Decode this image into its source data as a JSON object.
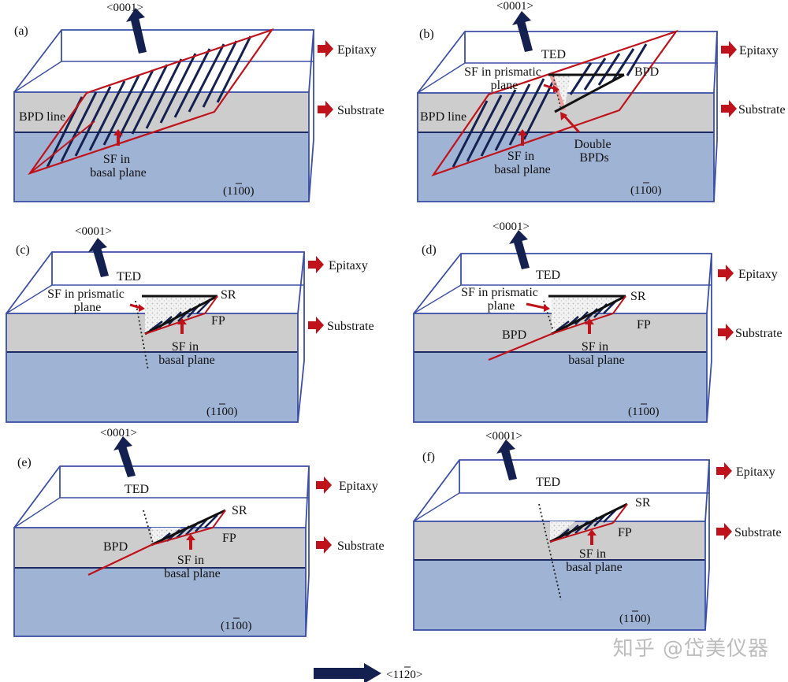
{
  "labels": {
    "panel_a": "(a)",
    "panel_b": "(b)",
    "panel_c": "(c)",
    "panel_d": "(d)",
    "panel_e": "(e)",
    "panel_f": "(f)",
    "c_axis": "<0001>",
    "epitaxy": "Epitaxy",
    "substrate": "Substrate",
    "face": "(1100)",
    "face_bar_char": "1",
    "bpd_line": "BPD line",
    "bpd": "BPD",
    "sf_in": "SF in",
    "basal_plane": "basal plane",
    "sf_prismatic_1": "SF in prismatic",
    "sf_prismatic_2": "plane",
    "ted": "TED",
    "double": "Double",
    "bpds": "BPDs",
    "sr": "SR",
    "fp": "FP",
    "bottom_axis": "<1120>",
    "watermark": "知乎 @岱美仪器"
  },
  "colors": {
    "substrate_fill": "#9fb3d4",
    "epi_fill": "#cdcdcd",
    "box_line": "#3b4fa8",
    "red": "#c0121b",
    "navy": "#14204f"
  }
}
